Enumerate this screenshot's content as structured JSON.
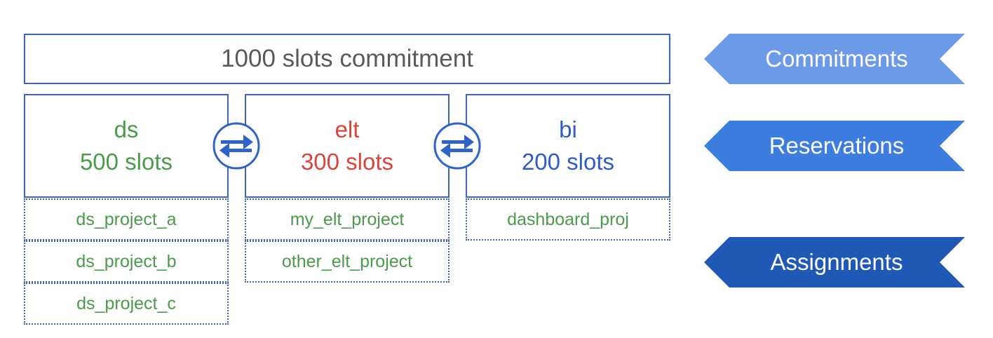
{
  "commitment": {
    "label": "1000 slots commitment"
  },
  "reservations": [
    {
      "name": "ds",
      "slots": "500 slots",
      "color": "#4c9a4c"
    },
    {
      "name": "elt",
      "slots": "300 slots",
      "color": "#d8453a"
    },
    {
      "name": "bi",
      "slots": "200 slots",
      "color": "#2f5cc4"
    }
  ],
  "assignments": {
    "ds": [
      "ds_project_a",
      "ds_project_b",
      "ds_project_c"
    ],
    "elt": [
      "my_elt_project",
      "other_elt_project"
    ],
    "bi": [
      "dashboard_proj"
    ]
  },
  "legend": [
    {
      "label": "Commitments",
      "color": "#6b9be6"
    },
    {
      "label": "Reservations",
      "color": "#3d7de0"
    },
    {
      "label": "Assignments",
      "color": "#1f58b5"
    }
  ],
  "icons": {
    "swap": "swap-arrows-icon"
  },
  "colors": {
    "border": "#3d66b8",
    "assignment_text": "#4c9a4c",
    "swap_circle": "#2f63c7"
  }
}
